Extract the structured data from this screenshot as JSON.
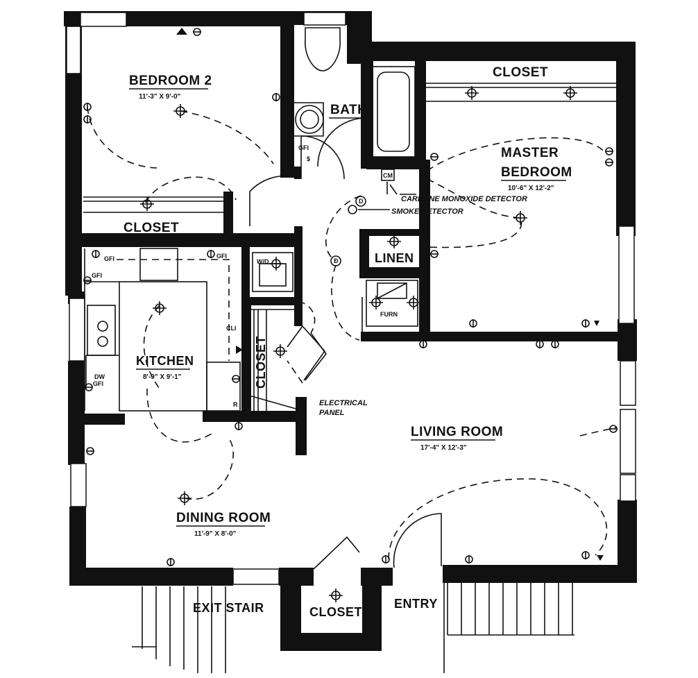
{
  "rooms": {
    "bedroom2": {
      "name": "BEDROOM 2",
      "dim": "11'-3\" X 9'-0\""
    },
    "bath": {
      "name": "BATH"
    },
    "closet_master": {
      "name": "CLOSET"
    },
    "master": {
      "name_line1": "MASTER",
      "name_line2": "BEDROOM",
      "dim": "10'-6\" X 12'-2\""
    },
    "closet_bed2": {
      "name": "CLOSET"
    },
    "linen": {
      "name": "LINEN"
    },
    "kitchen": {
      "name": "KITCHEN",
      "dim": "8'-9\" X 9'-1\""
    },
    "closet_hall": {
      "name": "CLOSET"
    },
    "living": {
      "name": "LIVING ROOM",
      "dim": "17'-4\" X 12'-3\""
    },
    "dining": {
      "name": "DINING ROOM",
      "dim": "11'-9\" X 8'-0\""
    },
    "closet_entry": {
      "name": "CLOSET"
    }
  },
  "labels": {
    "exit_stair": "EXIT STAIR",
    "entry": "ENTRY",
    "co_detector": "CARBONE MONOXIDE DETECTOR",
    "smoke_detector": "SMOKE DETECTOR",
    "electrical_panel_line1": "ELECTRICAL",
    "electrical_panel_line2": "PANEL",
    "furn": "FURN",
    "wd": "W/D",
    "cm": "CM",
    "gfi": "GFI",
    "dw": "DW",
    "r": "R",
    "d": "D",
    "cli": "CLI",
    "dollar": "$"
  }
}
